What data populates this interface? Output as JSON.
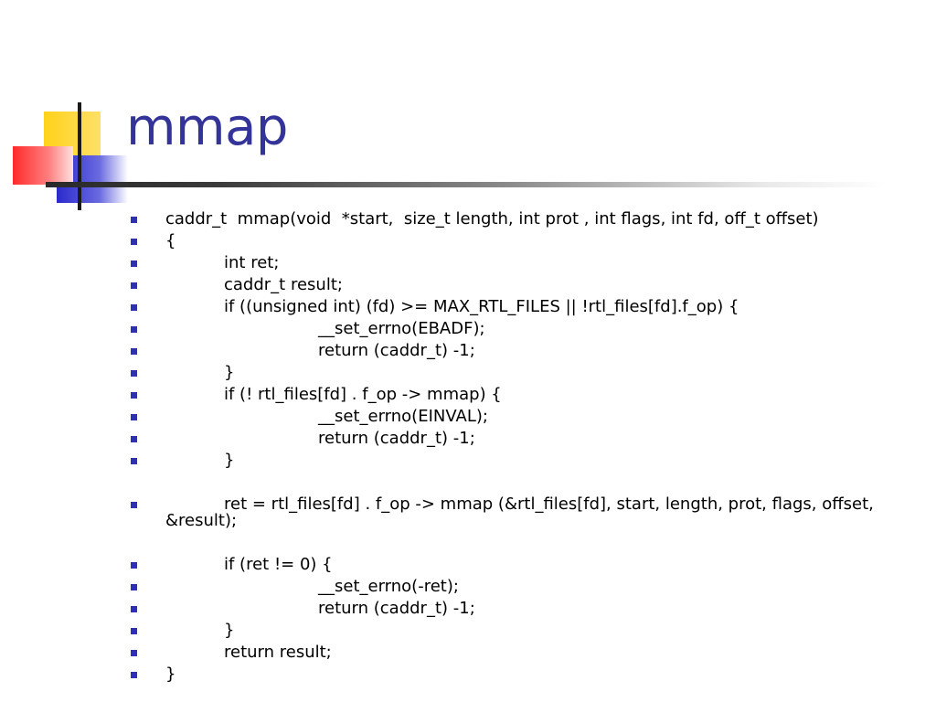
{
  "slide": {
    "title": "mmap",
    "lines": [
      "caddr_t  mmap(void  *start,  size_t length, int prot , int flags, int fd, off_t offset)",
      "{",
      "int ret;",
      "caddr_t result;",
      "if ((unsigned int) (fd) >= MAX_RTL_FILES || !rtl_files[fd].f_op) {",
      "__set_errno(EBADF);",
      "return (caddr_t) -1;",
      "}",
      "if (! rtl_files[fd] . f_op -> mmap) {",
      "__set_errno(EINVAL);",
      "return (caddr_t) -1;",
      "}",
      "ret = rtl_files[fd] . f_op -> mmap (&rtl_files[fd], start, length, prot, flags, offset,",
      "&result);",
      "if (ret != 0) {",
      "__set_errno(-ret);",
      "return (caddr_t) -1;",
      "}",
      "return result;",
      "}"
    ]
  },
  "colors": {
    "title": "#333399",
    "bullet": "#2f2fb5",
    "deco_yellow": "#ffcc00",
    "deco_red": "#ff3333",
    "deco_blue": "#3333cc"
  }
}
